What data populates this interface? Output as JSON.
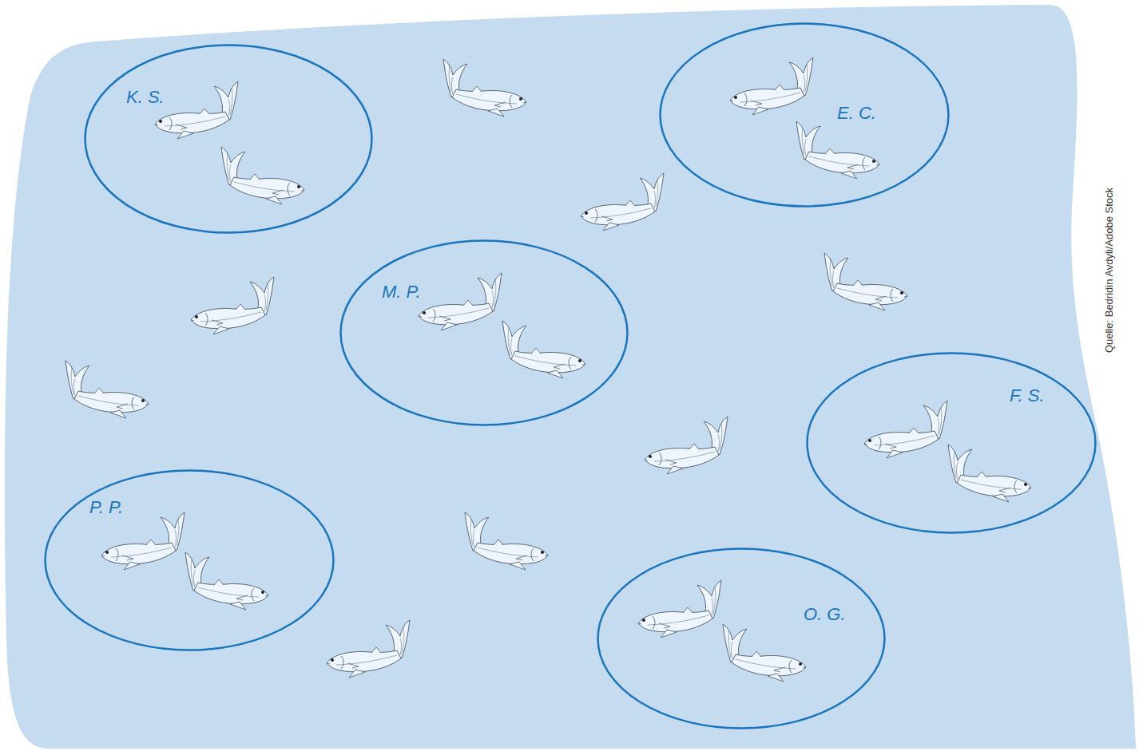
{
  "diagram": {
    "nodes": [
      {
        "text": [
          "K. S."
        ]
      },
      {
        "text": [
          "E. C."
        ]
      },
      {
        "text": [
          "M. P."
        ]
      },
      {
        "text": [
          "F. S."
        ]
      },
      {
        "text": [
          "P. P."
        ]
      },
      {
        "text": [
          "O. G."
        ]
      }
    ],
    "labels": [
      "Quelle: Bedridin Avdyli/Adobe Stock"
    ]
  }
}
